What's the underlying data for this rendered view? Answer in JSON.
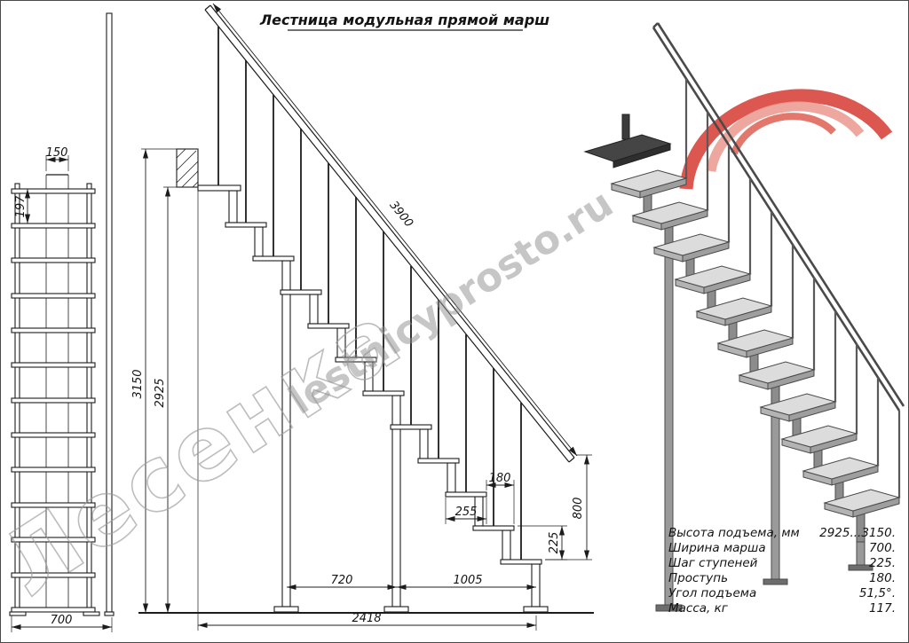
{
  "page": {
    "title": "Лестница модульная прямой марш"
  },
  "watermarks": {
    "brand": "Лесенка",
    "site": "lestnicyprosto.ru"
  },
  "front": {
    "d150": "150",
    "d197": "197",
    "d700": "700"
  },
  "side": {
    "d3900": "3900",
    "d3150": "3150",
    "d2925": "2925",
    "d180": "180",
    "d255": "255",
    "d225": "225",
    "d800": "800",
    "d720": "720",
    "d1005": "1005",
    "d2418": "2418"
  },
  "specs": {
    "rows": [
      {
        "label": "Высота подъема, мм",
        "value": "2925...3150."
      },
      {
        "label": "Ширина марша",
        "value": "700."
      },
      {
        "label": "Шаг ступеней",
        "value": "225."
      },
      {
        "label": "Проступь",
        "value": "180."
      },
      {
        "label": "Угол подъема",
        "value": "51,5°."
      },
      {
        "label": "Масса, кг",
        "value": "117."
      }
    ]
  },
  "colors": {
    "line": "#1c1c1c",
    "logo_red": "#d8453c",
    "logo_pink": "#eb9d93",
    "watermark": "#9a9a9a"
  }
}
